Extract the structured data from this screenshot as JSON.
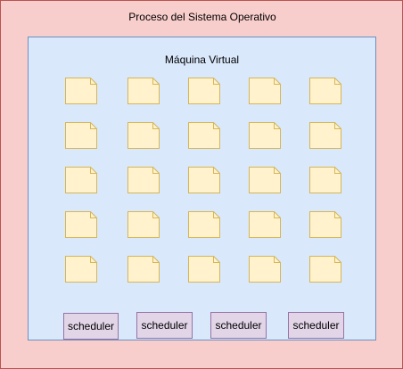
{
  "os_process": {
    "title": "Proceso del Sistema Operativo"
  },
  "virtual_machine": {
    "title": "Máquina Virtual",
    "processes": {
      "rows": 5,
      "columns": 5,
      "shape": "note-icon",
      "fill": "#fff2cc",
      "stroke": "#d6b656"
    }
  },
  "schedulers": [
    {
      "label": "scheduler"
    },
    {
      "label": "scheduler"
    },
    {
      "label": "scheduler"
    },
    {
      "label": "scheduler"
    }
  ],
  "colors": {
    "os_fill": "#f8cecc",
    "os_stroke": "#b85450",
    "vm_fill": "#dae8fc",
    "vm_stroke": "#6c8ebf",
    "scheduler_fill": "#e1d5e7",
    "scheduler_stroke": "#9673a6"
  }
}
